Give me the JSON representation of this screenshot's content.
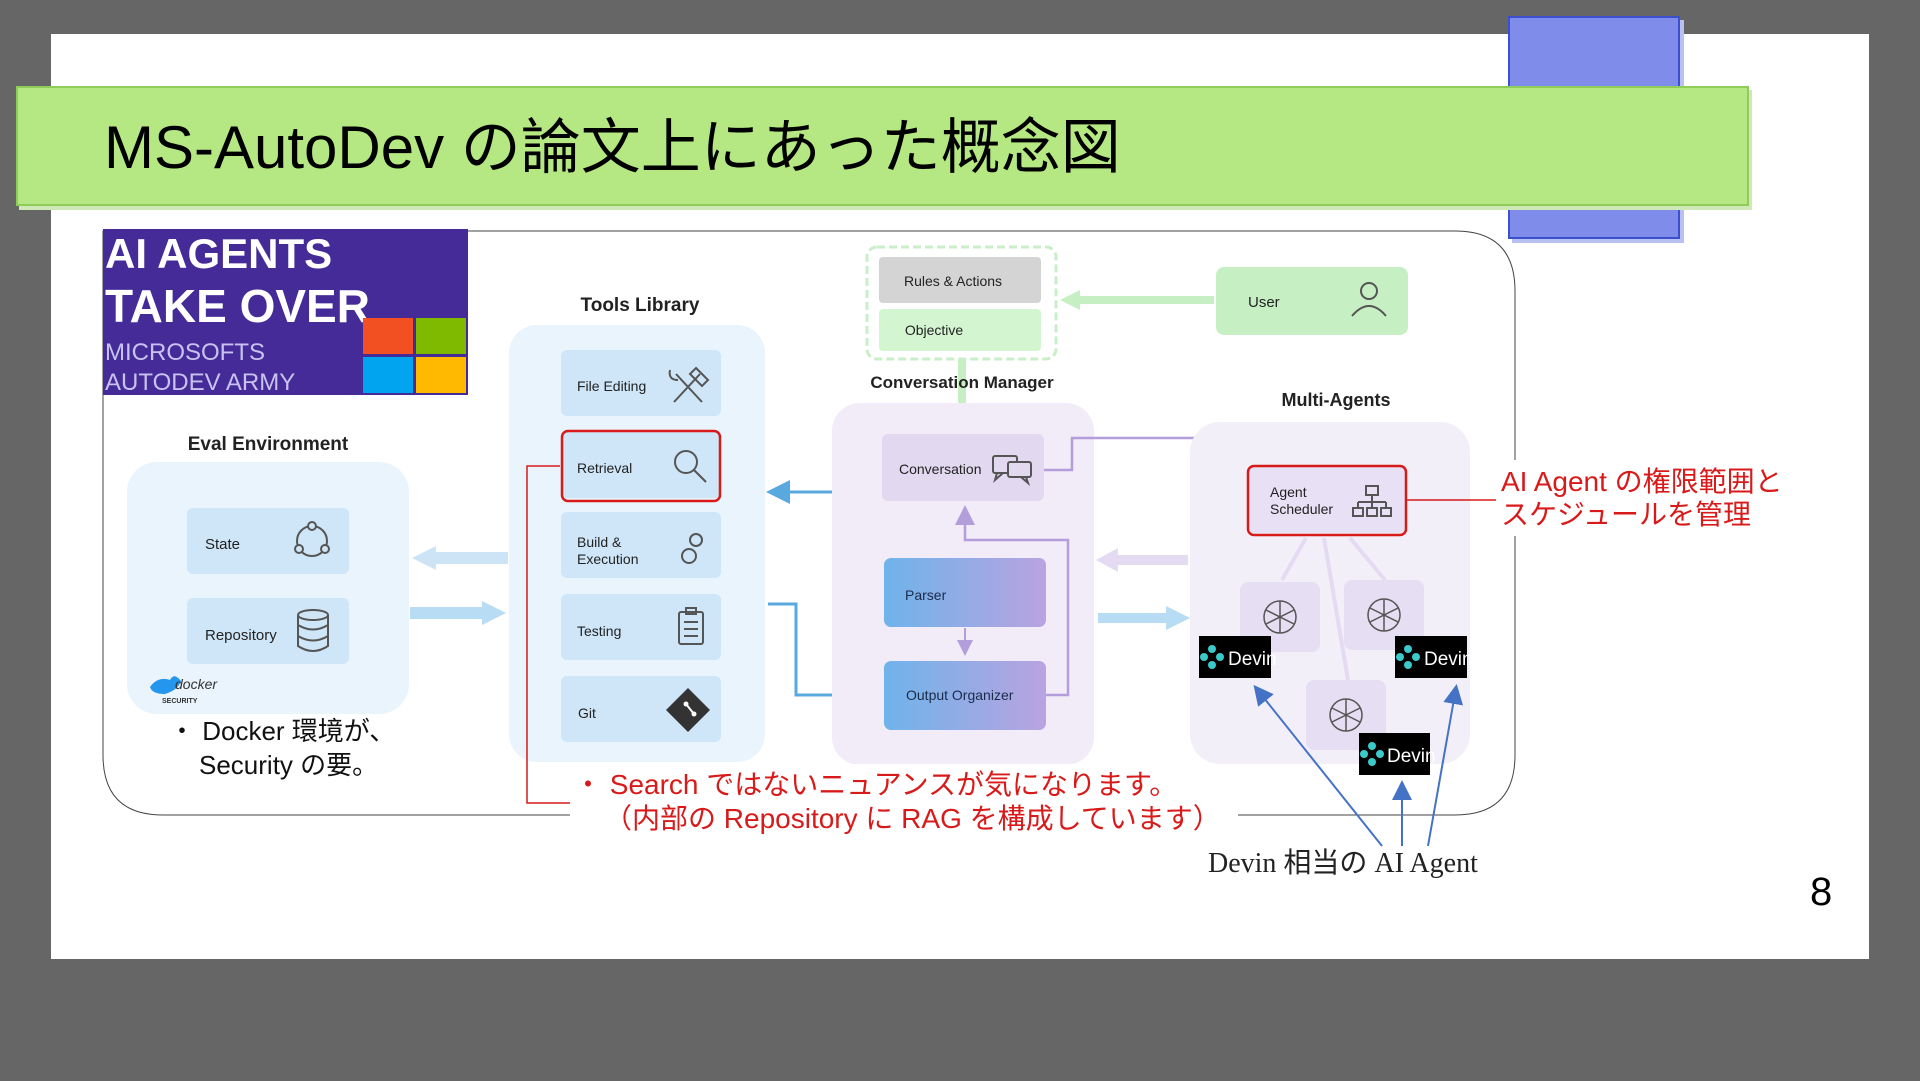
{
  "title": "MS-AutoDev の論文上にあった概念図",
  "page_number": "8",
  "thumbnail": {
    "line1": "AI AGENTS",
    "line2": "TAKE OVER",
    "line3": "MICROSOFTS",
    "line4": "AUTODEV ARMY"
  },
  "eval_environment": {
    "header": "Eval Environment",
    "items": [
      "State",
      "Repository"
    ],
    "docker_logo": "docker",
    "docker_sub": "SECURITY"
  },
  "tools_library": {
    "header": "Tools Library",
    "items": [
      "File Editing",
      "Retrieval",
      "Build &",
      "Execution",
      "Testing",
      "Git"
    ]
  },
  "conversation_manager": {
    "header": "Conversation Manager",
    "rules": "Rules & Actions",
    "objective": "Objective",
    "conversation": "Conversation",
    "parser": "Parser",
    "output_organizer": "Output Organizer"
  },
  "user_label": "User",
  "multi_agents": {
    "header": "Multi-Agents",
    "scheduler_line1": "Agent",
    "scheduler_line2": "Scheduler"
  },
  "devin_badge": "Devin",
  "annotations": {
    "docker_note_line1": "・ Docker 環境が、",
    "docker_note_line2": "Security の要。",
    "search_note_line1": "・ Search ではないニュアンスが気になります。",
    "search_note_line2": "（内部の Repository に RAG を構成しています）",
    "agent_note_line1": "AI Agent の権限範囲と",
    "agent_note_line2": "スケジュールを管理",
    "devin_note": "Devin 相当の AI Agent"
  },
  "colors": {
    "title_green": "#b5e782",
    "accent_red": "#d81a1a",
    "arrow_blue": "#4472c4",
    "deco_blue": "#7f8cea"
  }
}
